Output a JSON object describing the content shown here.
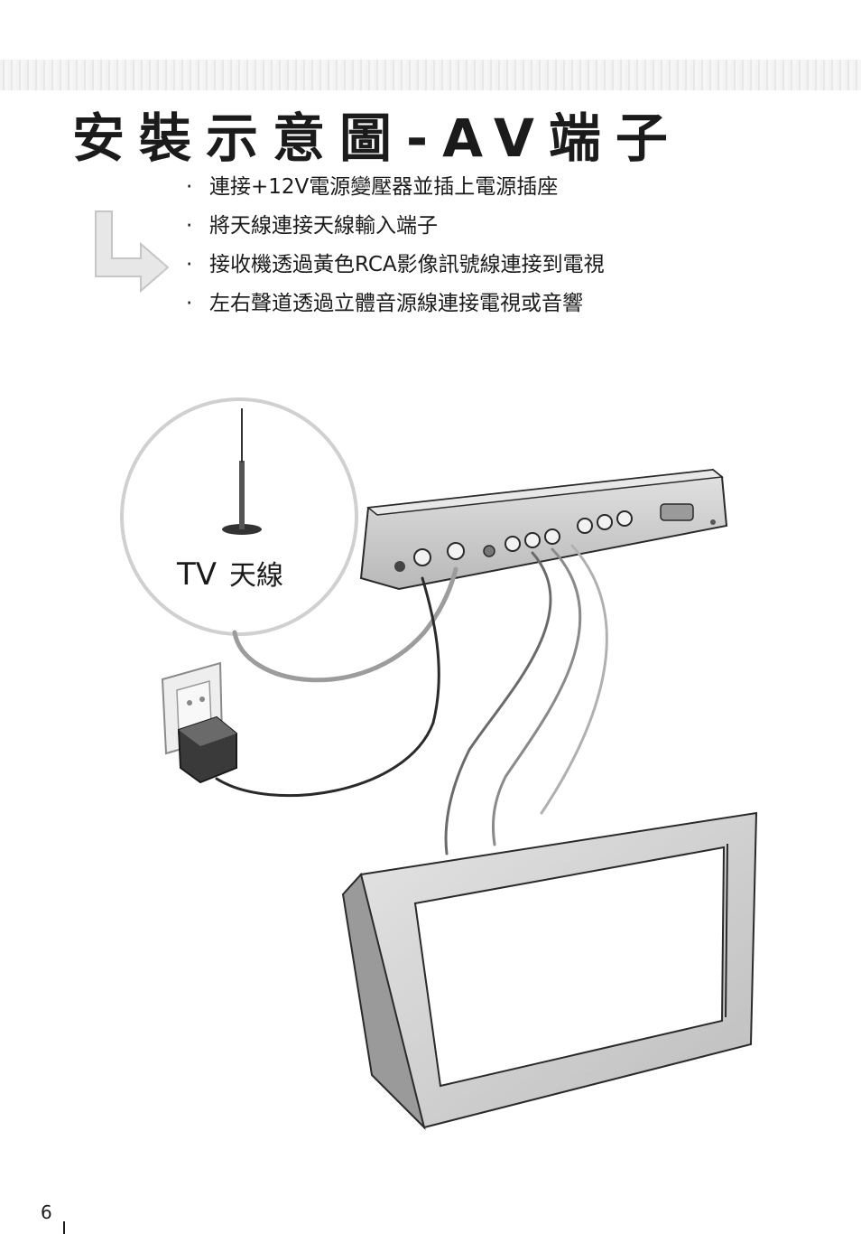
{
  "page": {
    "title": "安裝示意圖-AV端子",
    "bullets": [
      "連接+12V電源變壓器並插上電源插座",
      "將天線連接天線輸入端子",
      "接收機透過黃色RCA影像訊號線連接到電視",
      "左右聲道透過立體音源線連接電視或音響"
    ],
    "bullet_marker": "·",
    "antenna_label": {
      "tv": "TV",
      "word": "天線"
    },
    "page_number": "6"
  },
  "illustration": {
    "items": [
      "antenna",
      "receiver-box",
      "power-adapter",
      "wall-outlet",
      "television",
      "cables"
    ],
    "colors": {
      "outline": "#2a2a2a",
      "box_fill": "#cfcfcf",
      "tv_fill": "#d8d8d8",
      "screen_fill": "#ffffff",
      "circle_fill": "#ffffff",
      "circle_stroke": "#d0d0d0"
    }
  }
}
